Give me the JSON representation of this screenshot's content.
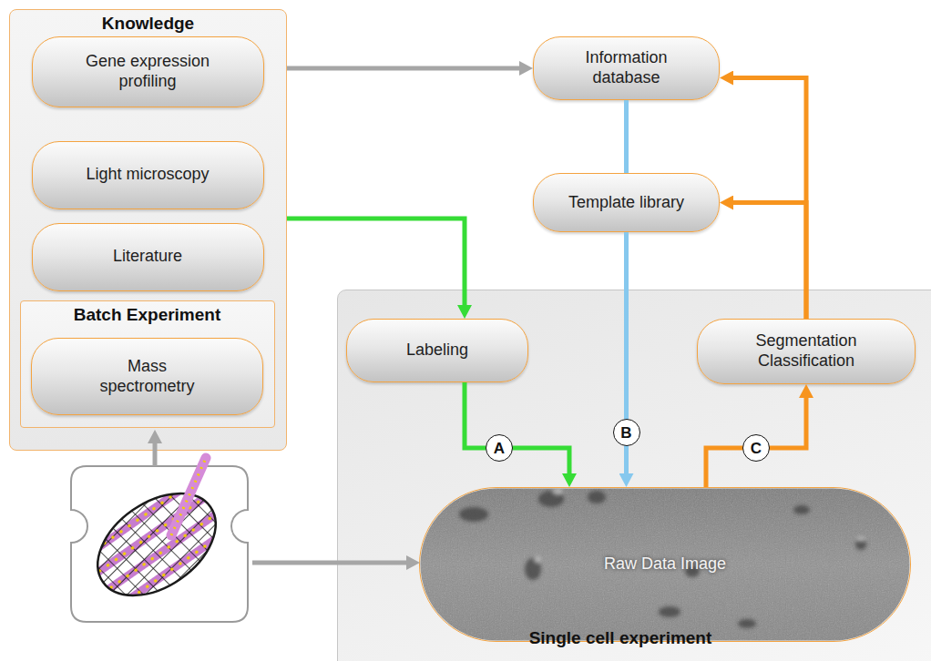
{
  "diagram": {
    "nodes": [
      {
        "text": [
          "Knowledge"
        ]
      },
      {
        "text": [
          "Gene expression profiling"
        ],
        "in": 0
      },
      {
        "text": [
          "Light microscopy"
        ],
        "in": 0
      },
      {
        "text": [
          "Literature"
        ],
        "in": 0
      },
      {
        "text": [
          "Batch Experiment"
        ],
        "in": 0
      },
      {
        "text": [
          "Mass spectrometry"
        ],
        "in": 4
      },
      {
        "text": [
          "Information database"
        ]
      },
      {
        "text": [
          "Template library"
        ]
      },
      {
        "text": [
          "Single cell experiment"
        ]
      },
      {
        "text": [
          "Labeling"
        ],
        "in": 8
      },
      {
        "text": [
          "Segmentation Classification"
        ],
        "in": 8
      },
      {
        "text": [
          "Raw Data Image"
        ],
        "in": 8
      }
    ],
    "edges": [
      {
        "from": 0,
        "to": 6,
        "arrow": "to"
      },
      {
        "from": 0,
        "to": 9,
        "arrow": "to"
      },
      {
        "from": 9,
        "to": 11,
        "label": "A",
        "arrow": "to"
      },
      {
        "from": 6,
        "to": 7,
        "arrow": "none"
      },
      {
        "from": 7,
        "to": 11,
        "label": "B",
        "arrow": "to"
      },
      {
        "from": 11,
        "to": 10,
        "label": "C",
        "arrow": "to"
      },
      {
        "from": 10,
        "to": 6,
        "arrow": "to"
      },
      {
        "from": 10,
        "to": 7,
        "arrow": "to"
      }
    ]
  }
}
